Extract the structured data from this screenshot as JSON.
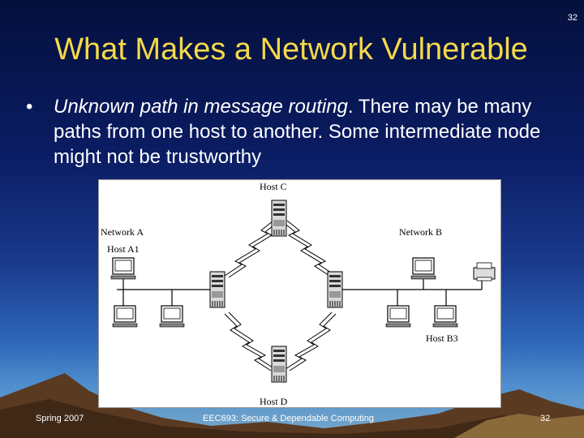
{
  "slide_number_top": "32",
  "title": "What Makes a Network Vulnerable",
  "bullet": {
    "marker": "•",
    "italic": "Unknown path in message routing",
    "rest": ". There may be many paths from one host to another. Some intermediate node might not be trustworthy"
  },
  "diagram": {
    "host_c": "Host C",
    "network_a": "Network A",
    "host_a1": "Host A1",
    "network_b": "Network B",
    "host_b3": "Host B3",
    "host_d": "Host D"
  },
  "footer": {
    "left": "Spring 2007",
    "center": "EEC693: Secure & Dependable Computing",
    "right": "32"
  }
}
